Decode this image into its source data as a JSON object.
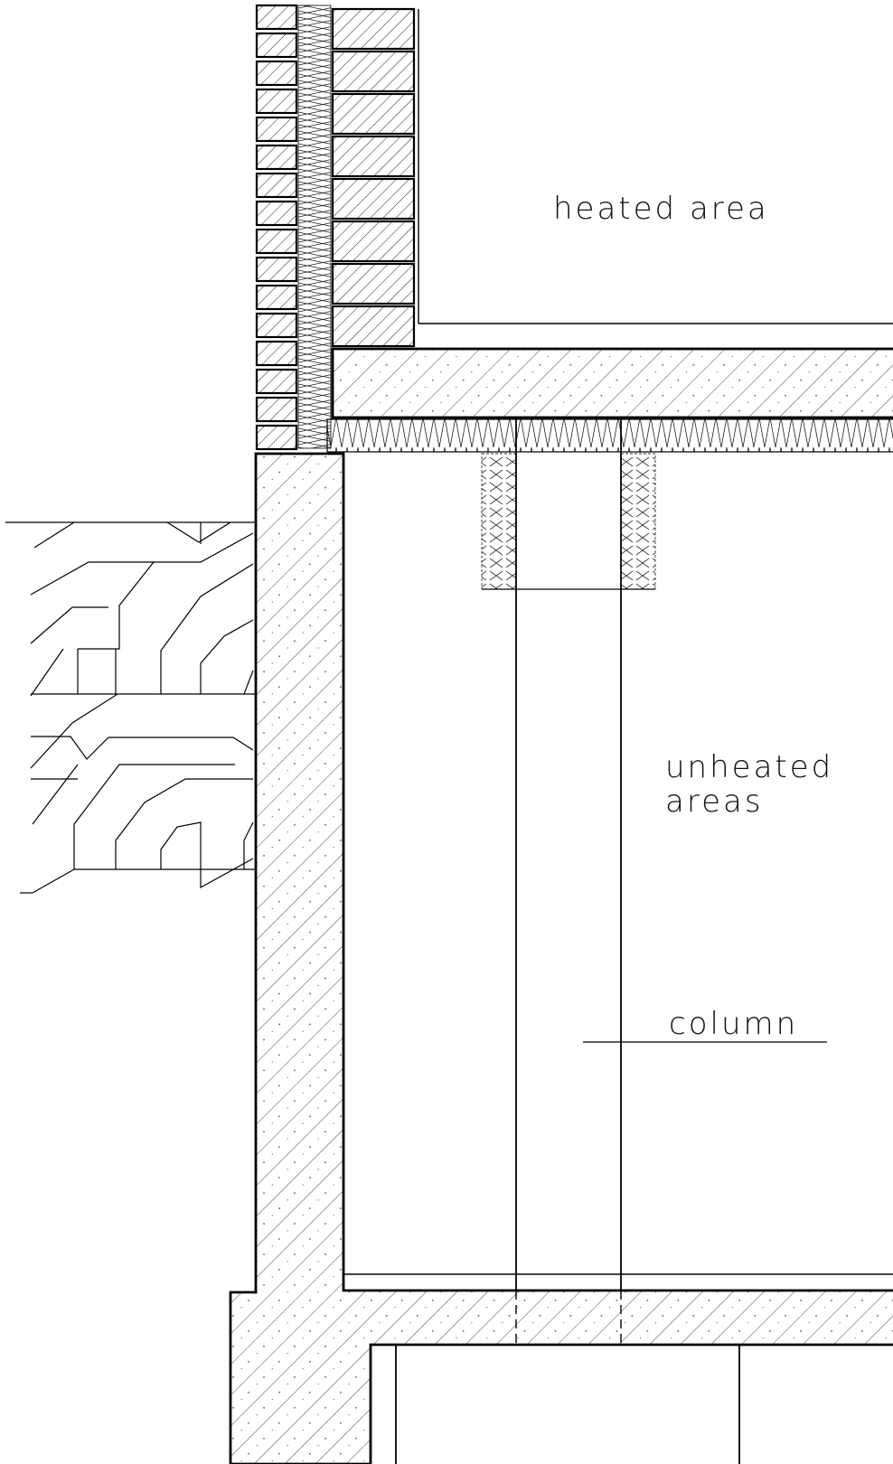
{
  "labels": {
    "heated_area": "heated area",
    "unheated_line1": "unheated",
    "unheated_line2": "areas",
    "column": "column"
  },
  "colors": {
    "ink": "#000000",
    "hatch": "#222222",
    "background": "#ffffff"
  }
}
